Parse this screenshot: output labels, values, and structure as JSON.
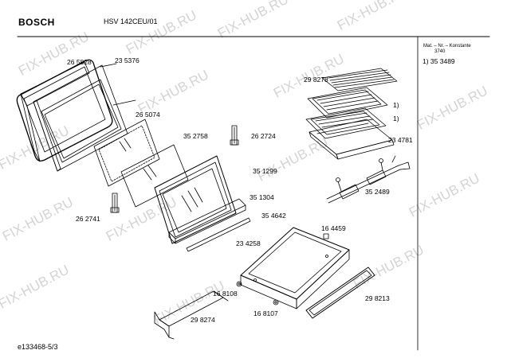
{
  "header": {
    "brand": "BOSCH",
    "model": "HSV 142CEU/01"
  },
  "side_panel": {
    "note_line1": "Mat. – Nr. – Konstante",
    "note_line2": "3740",
    "ref": "1) 35 3489"
  },
  "footer": {
    "doc_id": "e133468-5/3"
  },
  "watermark": "FIX-HUB.RU",
  "labels": {
    "p265828": "26 5828",
    "p235376": "23 5376",
    "p265074": "26 5074",
    "p352758": "35 2758",
    "p262724": "26 2724",
    "p351299": "35 1299",
    "p351304": "35 1304",
    "p354642": "35 4642",
    "p262741": "26 2741",
    "p298278": "29 8278",
    "ref1a": "1)",
    "ref1b": "1)",
    "p234781": "23 4781",
    "p352489": "35 2489",
    "p164459": "16 4459",
    "p234258": "23 4258",
    "p168108": "16 8108",
    "p168107": "16 8107",
    "p298213": "29 8213",
    "p298274": "29 8274"
  }
}
